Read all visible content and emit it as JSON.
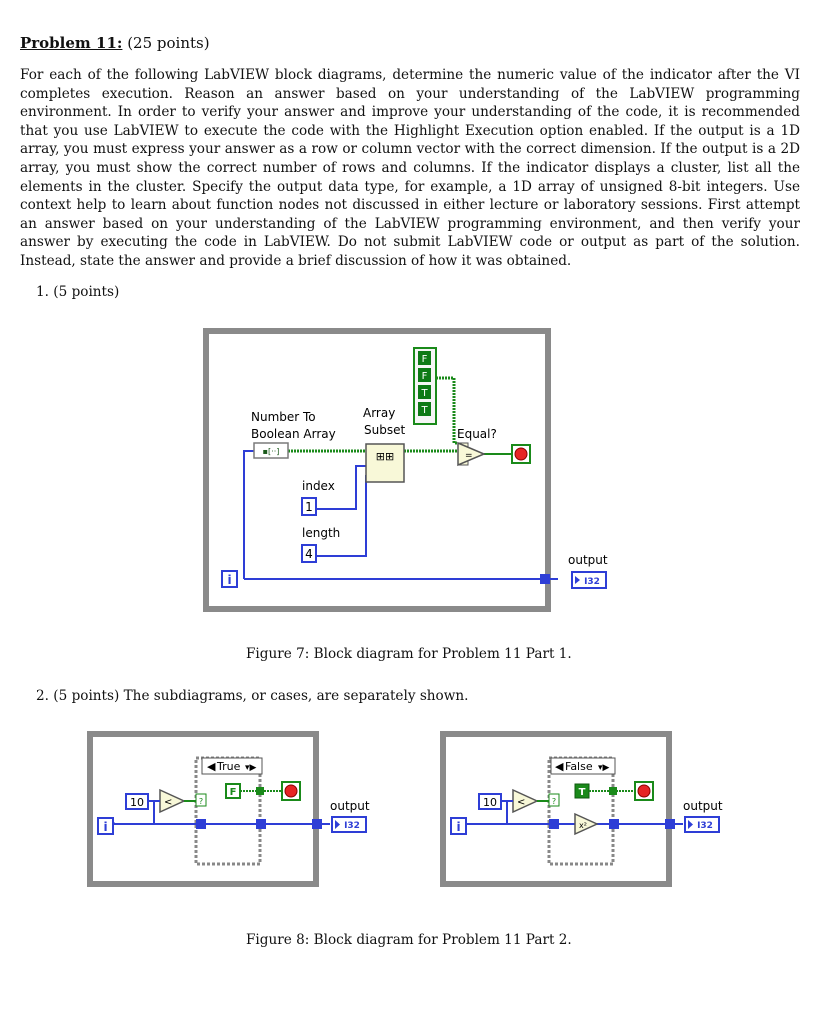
{
  "problem": {
    "label": "Problem 11:",
    "points": "(25 points)",
    "intro": "For each of the following LabVIEW block diagrams, determine the numeric value of the indicator after the VI completes execution. Reason an answer based on your understanding of the LabVIEW programming environment. In order to verify your answer and improve your understanding of the code, it is recommended that you use LabVIEW to execute the code with the Highlight Execution option enabled. If the output is a 1D array, you must express your answer as a row or column vector with the correct dimension. If the output is a 2D array, you must show the correct number of rows and columns. If the indicator displays a cluster, list all the elements in the cluster. Specify the output data type, for example, a 1D array of unsigned 8-bit integers. Use context help to learn about function nodes not discussed in either lecture or laboratory sessions. First attempt an answer based on your understanding of the LabVIEW programming environment, and then verify your answer by executing the code in LabVIEW. Do not submit LabVIEW code or output as part of the solution. Instead, state the answer and provide a brief discussion of how it was obtained."
  },
  "part1": {
    "label": "1. (5 points)",
    "caption": "Figure 7: Block diagram for Problem 11 Part 1.",
    "diagram": {
      "bool_array": [
        "F",
        "F",
        "T",
        "T"
      ],
      "number_to_boolean_label_1": "Number To",
      "number_to_boolean_label_2": "Boolean Array",
      "array_subset_label_1": "Array",
      "array_subset_label_2": "Subset",
      "equal_label": "Equal?",
      "index_label": "index",
      "index_value": "1",
      "length_label": "length",
      "length_value": "4",
      "iteration_terminal": "i",
      "output_label": "output",
      "output_type": "I32"
    }
  },
  "part2": {
    "label": "2. (5 points) The subdiagrams, or cases, are separately shown.",
    "caption": "Figure 8: Block diagram for Problem 11 Part 2.",
    "true_case": {
      "selector": "True",
      "constant": "10",
      "bool_const": "F",
      "iteration_terminal": "i",
      "output_label": "output",
      "output_type": "I32"
    },
    "false_case": {
      "selector": "False",
      "constant": "10",
      "bool_const": "T",
      "iteration_terminal": "i",
      "output_label": "output",
      "output_type": "I32"
    }
  }
}
